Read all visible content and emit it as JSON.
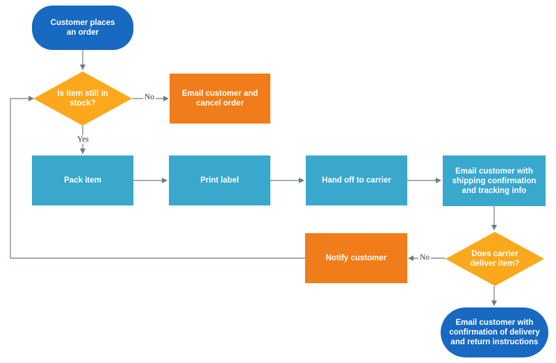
{
  "nodes": {
    "start": "Customer places\nan order",
    "in_stock": "Is item still in\nstock?",
    "cancel": "Email customer and\ncancel order",
    "pack": "Pack item",
    "print": "Print label",
    "handoff": "Hand off to carrier",
    "ship_confirm": "Email customer with\nshipping confirmation\nand tracking info",
    "deliver": "Does carrier\ndeliver item?",
    "notify": "Notify customer",
    "final": "Email customer with\nconfirmation of delivery\nand return instructions"
  },
  "edge_labels": {
    "no_stock": "No",
    "yes_stock": "Yes",
    "no_deliver": "No"
  },
  "colors": {
    "terminal": "#1769c2",
    "process": "#3aa8cc",
    "alert": "#f07d1a",
    "decision": "#fca81c",
    "line": "#6d7a86"
  }
}
